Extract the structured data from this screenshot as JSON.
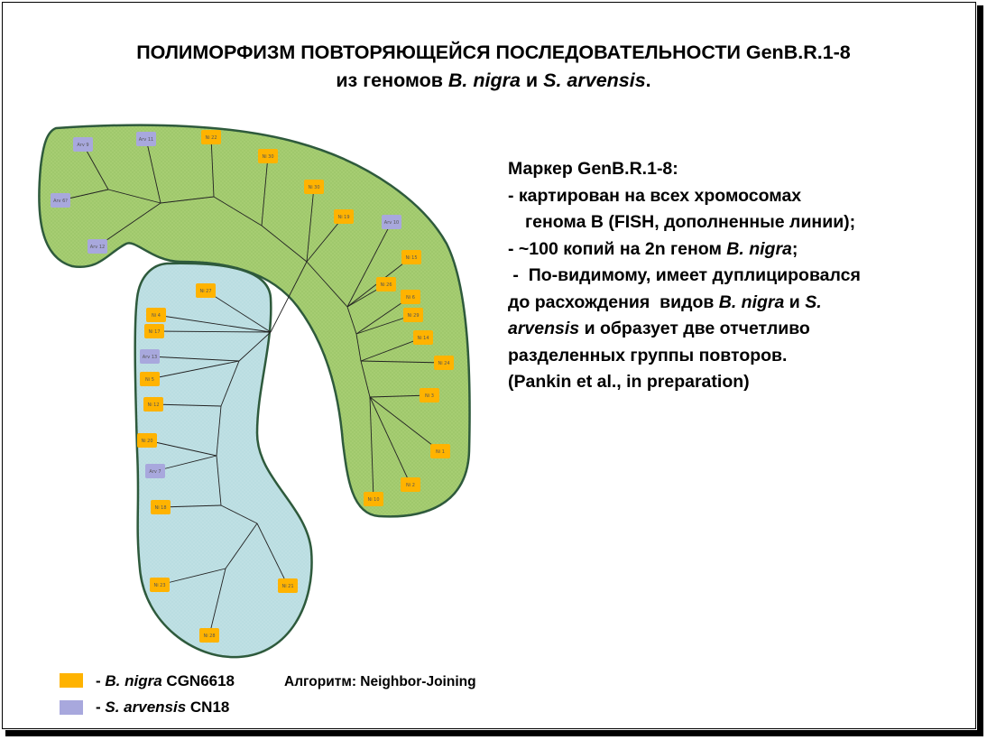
{
  "title": {
    "line1": "ПОЛИМОРФИЗМ ПОВТОРЯЮЩЕЙСЯ ПОСЛЕДОВАТЕЛЬНОСТИ GenB.R.1-8",
    "line2_prefix": "из геномов ",
    "line2_sp1": "B. nigra",
    "line2_mid": " и ",
    "line2_sp2": "S. arvensis",
    "line2_suffix": "."
  },
  "description": {
    "l1": "Маркер GenB.R.1-8:",
    "l2": "- картирован на всех хромосомах",
    "l3": "генома В (FISH, дополненные линии);",
    "l4_prefix": "- ~100 копий на 2n геном ",
    "l4_italic": "B. nigra",
    "l4_suffix": ";",
    "l5": " -  По-видимому, имеет дуплицировался",
    "l6_prefix": "до расхождения  видов ",
    "l6_italic1": "B. nigra",
    "l6_mid": " и ",
    "l6_italic2": "S.",
    "l7_italic": "arvensis",
    "l7_suffix": " и образует две отчетливо",
    "l8": "разделенных группы повторов.",
    "l9": "(Pankin et al., in preparation)"
  },
  "legend": {
    "nigra_dash": "- ",
    "nigra_italic": "B. nigra",
    "nigra_rest": " CGN6618",
    "arvensis_dash": "- ",
    "arvensis_italic": "S. arvensis",
    "arvensis_rest": " CN18",
    "algorithm": "Алгоритм: Neighbor-Joining"
  },
  "colors": {
    "green_cluster": "#a6cd72",
    "blue_cluster": "#bfe0e4",
    "nigra": "#ffb300",
    "arvensis": "#a8a8dd",
    "outline": "#2e5a3c"
  },
  "tree": {
    "green_nodes": [
      {
        "label": "Arv 9",
        "species": "arvensis"
      },
      {
        "label": "Arv 11",
        "species": "arvensis"
      },
      {
        "label": "Ni 22",
        "species": "nigra"
      },
      {
        "label": "Ni 30",
        "species": "nigra"
      },
      {
        "label": "Arv 6?",
        "species": "arvensis"
      },
      {
        "label": "Ni 30",
        "species": "nigra"
      },
      {
        "label": "Arv 12",
        "species": "arvensis"
      },
      {
        "label": "Ni 19",
        "species": "nigra"
      },
      {
        "label": "Arv 10",
        "species": "arvensis"
      },
      {
        "label": "Ni 15",
        "species": "nigra"
      },
      {
        "label": "Ni 26",
        "species": "nigra"
      },
      {
        "label": "Ni 6",
        "species": "nigra"
      },
      {
        "label": "Ni 29",
        "species": "nigra"
      },
      {
        "label": "Ni 14",
        "species": "nigra"
      },
      {
        "label": "Ni 24",
        "species": "nigra"
      },
      {
        "label": "Ni 3",
        "species": "nigra"
      },
      {
        "label": "Ni 1",
        "species": "nigra"
      },
      {
        "label": "Ni 2",
        "species": "nigra"
      },
      {
        "label": "Ni 10",
        "species": "nigra"
      }
    ],
    "blue_nodes": [
      {
        "label": "Ni 27",
        "species": "nigra"
      },
      {
        "label": "Ni 4",
        "species": "nigra"
      },
      {
        "label": "Ni 17",
        "species": "nigra"
      },
      {
        "label": "Arv 13",
        "species": "arvensis"
      },
      {
        "label": "Ni 5",
        "species": "nigra"
      },
      {
        "label": "Ni 12",
        "species": "nigra"
      },
      {
        "label": "Ni 20",
        "species": "nigra"
      },
      {
        "label": "Arv 7",
        "species": "arvensis"
      },
      {
        "label": "Ni 18",
        "species": "nigra"
      },
      {
        "label": "Ni 23",
        "species": "nigra"
      },
      {
        "label": "Ni 21",
        "species": "nigra"
      },
      {
        "label": "Ni 28",
        "species": "nigra"
      }
    ]
  }
}
